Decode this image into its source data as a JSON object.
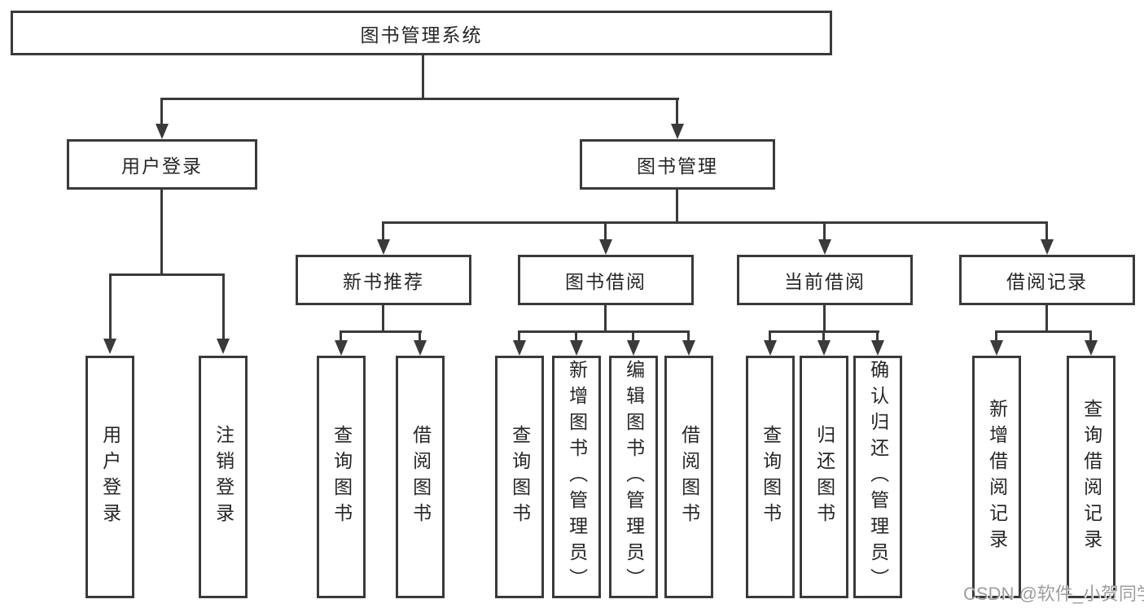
{
  "tree": {
    "root": {
      "label": "图书管理系统",
      "children": [
        {
          "label": "用户登录",
          "children": [
            {
              "label": "用户登录"
            },
            {
              "label": "注销登录"
            }
          ]
        },
        {
          "label": "图书管理",
          "children": [
            {
              "label": "新书推荐",
              "children": [
                {
                  "label": "查询图书"
                },
                {
                  "label": "借阅图书"
                }
              ]
            },
            {
              "label": "图书借阅",
              "children": [
                {
                  "label": "查询图书"
                },
                {
                  "label": "新增图书（管理员）"
                },
                {
                  "label": "编辑图书（管理员）"
                },
                {
                  "label": "借阅图书"
                }
              ]
            },
            {
              "label": "当前借阅",
              "children": [
                {
                  "label": "查询图书"
                },
                {
                  "label": "归还图书"
                },
                {
                  "label": "确认归还（管理员）"
                }
              ]
            },
            {
              "label": "借阅记录",
              "children": [
                {
                  "label": "新增借阅记录"
                },
                {
                  "label": "查询借阅记录"
                }
              ]
            }
          ]
        }
      ]
    }
  },
  "watermark": {
    "text": "CSDN @软件_小贺同学"
  },
  "colors": {
    "line": "#3a3a3a",
    "text": "#262626",
    "background": "#ffffff",
    "watermark": "#9e9e9e"
  }
}
